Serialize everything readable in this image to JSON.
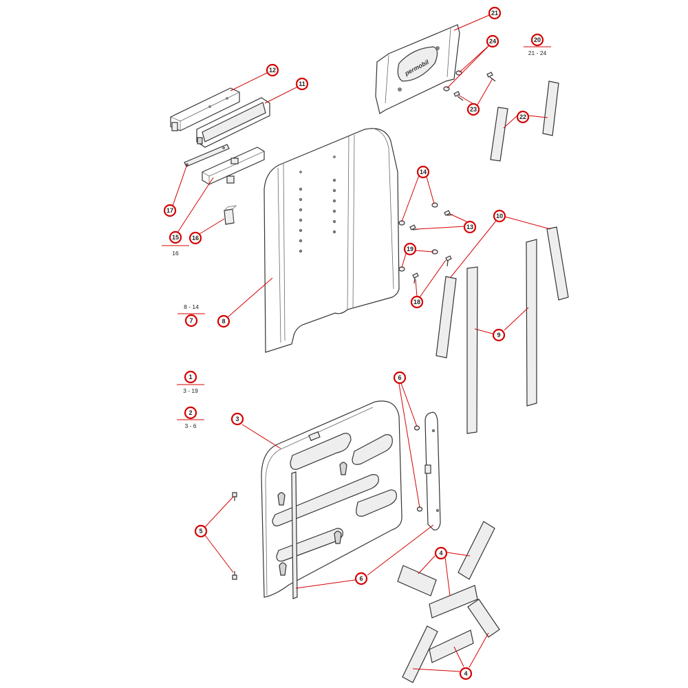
{
  "diagram": {
    "brand_logo_text": "permobil",
    "callouts": [
      {
        "id": "c21",
        "label": "21"
      },
      {
        "id": "c24",
        "label": "24"
      },
      {
        "id": "c23",
        "label": "23"
      },
      {
        "id": "c22",
        "label": "22"
      },
      {
        "id": "c12",
        "label": "12"
      },
      {
        "id": "c11",
        "label": "11"
      },
      {
        "id": "c17",
        "label": "17"
      },
      {
        "id": "c15",
        "label": "15"
      },
      {
        "id": "c16",
        "label": "16"
      },
      {
        "id": "c14",
        "label": "14"
      },
      {
        "id": "c13",
        "label": "13"
      },
      {
        "id": "c19",
        "label": "19"
      },
      {
        "id": "c18",
        "label": "18"
      },
      {
        "id": "c10",
        "label": "10"
      },
      {
        "id": "c9",
        "label": "9"
      },
      {
        "id": "c8",
        "label": "8"
      },
      {
        "id": "c6a",
        "label": "6"
      },
      {
        "id": "c3",
        "label": "3"
      },
      {
        "id": "c5",
        "label": "5"
      },
      {
        "id": "c6b",
        "label": "6"
      },
      {
        "id": "c4a",
        "label": "4"
      },
      {
        "id": "c4b",
        "label": "4"
      }
    ],
    "kits": [
      {
        "id": "k20",
        "label": "20",
        "range": "21 - 24"
      },
      {
        "id": "k15",
        "label": "15",
        "range": "16"
      },
      {
        "id": "k7",
        "label": "7",
        "range": "8 - 14",
        "range_above": true
      },
      {
        "id": "k1",
        "label": "1",
        "range": "3 - 19"
      },
      {
        "id": "k2",
        "label": "2",
        "range": "3 - 6"
      }
    ]
  }
}
